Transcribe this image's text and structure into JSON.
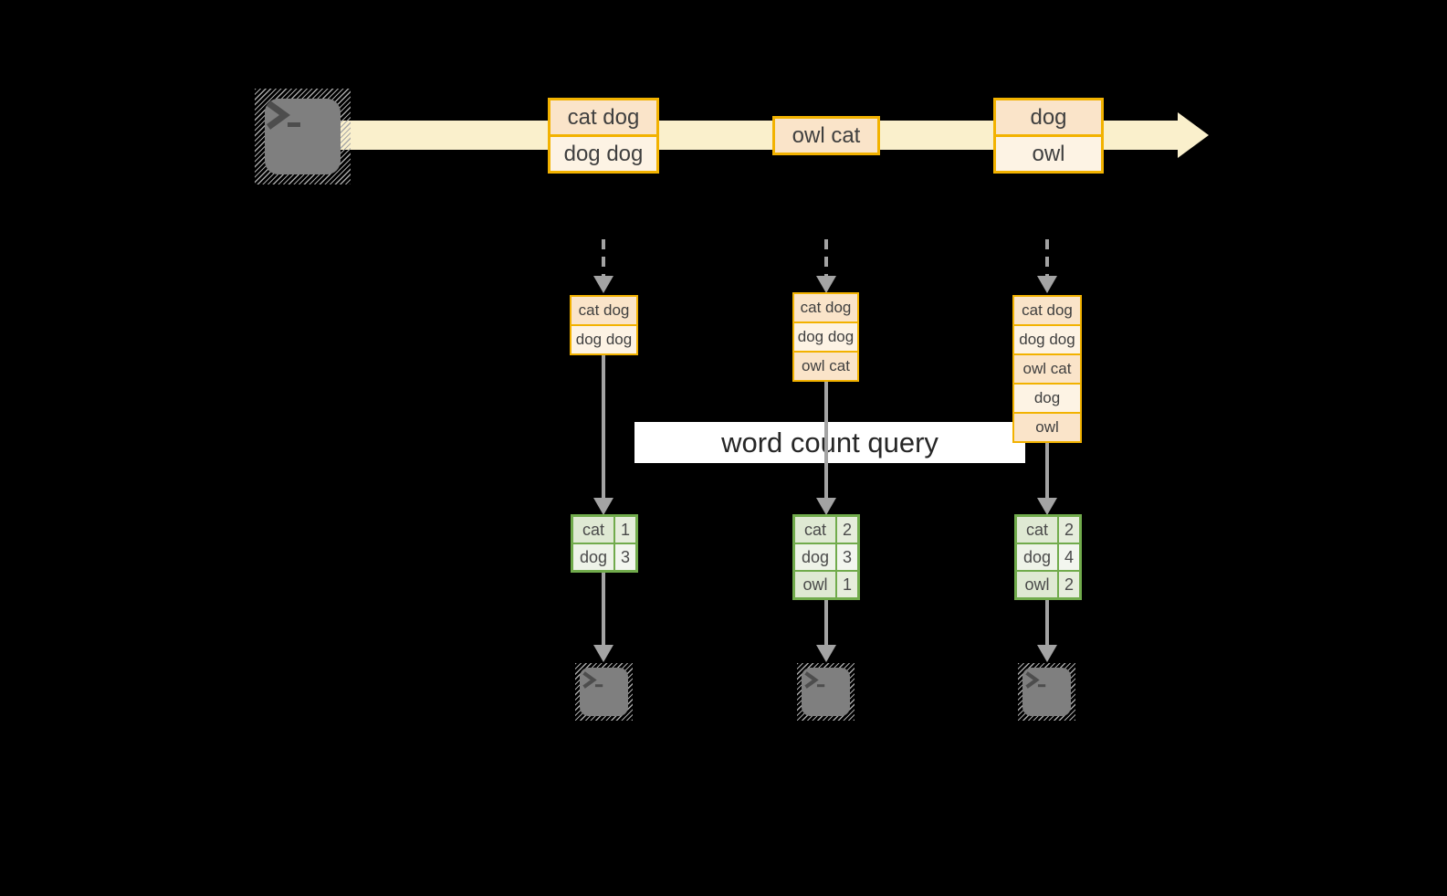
{
  "query_label": "word count query",
  "stream": {
    "source_icon": "terminal-icon",
    "events": [
      {
        "lines": [
          "cat dog",
          "dog dog"
        ]
      },
      {
        "lines": [
          "owl cat"
        ]
      },
      {
        "lines": [
          "dog",
          "owl"
        ]
      }
    ]
  },
  "columns": [
    {
      "buffer": [
        "cat dog",
        "dog dog"
      ],
      "counts": [
        {
          "word": "cat",
          "count": "1"
        },
        {
          "word": "dog",
          "count": "3"
        }
      ],
      "sink_icon": "terminal-icon"
    },
    {
      "buffer": [
        "cat dog",
        "dog dog",
        "owl cat"
      ],
      "counts": [
        {
          "word": "cat",
          "count": "2"
        },
        {
          "word": "dog",
          "count": "3"
        },
        {
          "word": "owl",
          "count": "1"
        }
      ],
      "sink_icon": "terminal-icon"
    },
    {
      "buffer": [
        "cat dog",
        "dog dog",
        "owl cat",
        "dog",
        "owl"
      ],
      "counts": [
        {
          "word": "cat",
          "count": "2"
        },
        {
          "word": "dog",
          "count": "4"
        },
        {
          "word": "owl",
          "count": "2"
        }
      ],
      "sink_icon": "terminal-icon"
    }
  ],
  "colors": {
    "background": "#000000",
    "stream_arrow": "#FAF0CC",
    "event_border": "#F2B200",
    "event_fill_dark": "#FAE4C9",
    "event_fill_light": "#FDF3E4",
    "table_border": "#71AB4C",
    "table_fill_dark": "#DFE9D3",
    "table_fill_light": "#EEF3E8",
    "connector_gray": "#A3A3A3",
    "terminal_gray": "#7F7F7F",
    "text_dark": "#3F3F3F"
  }
}
